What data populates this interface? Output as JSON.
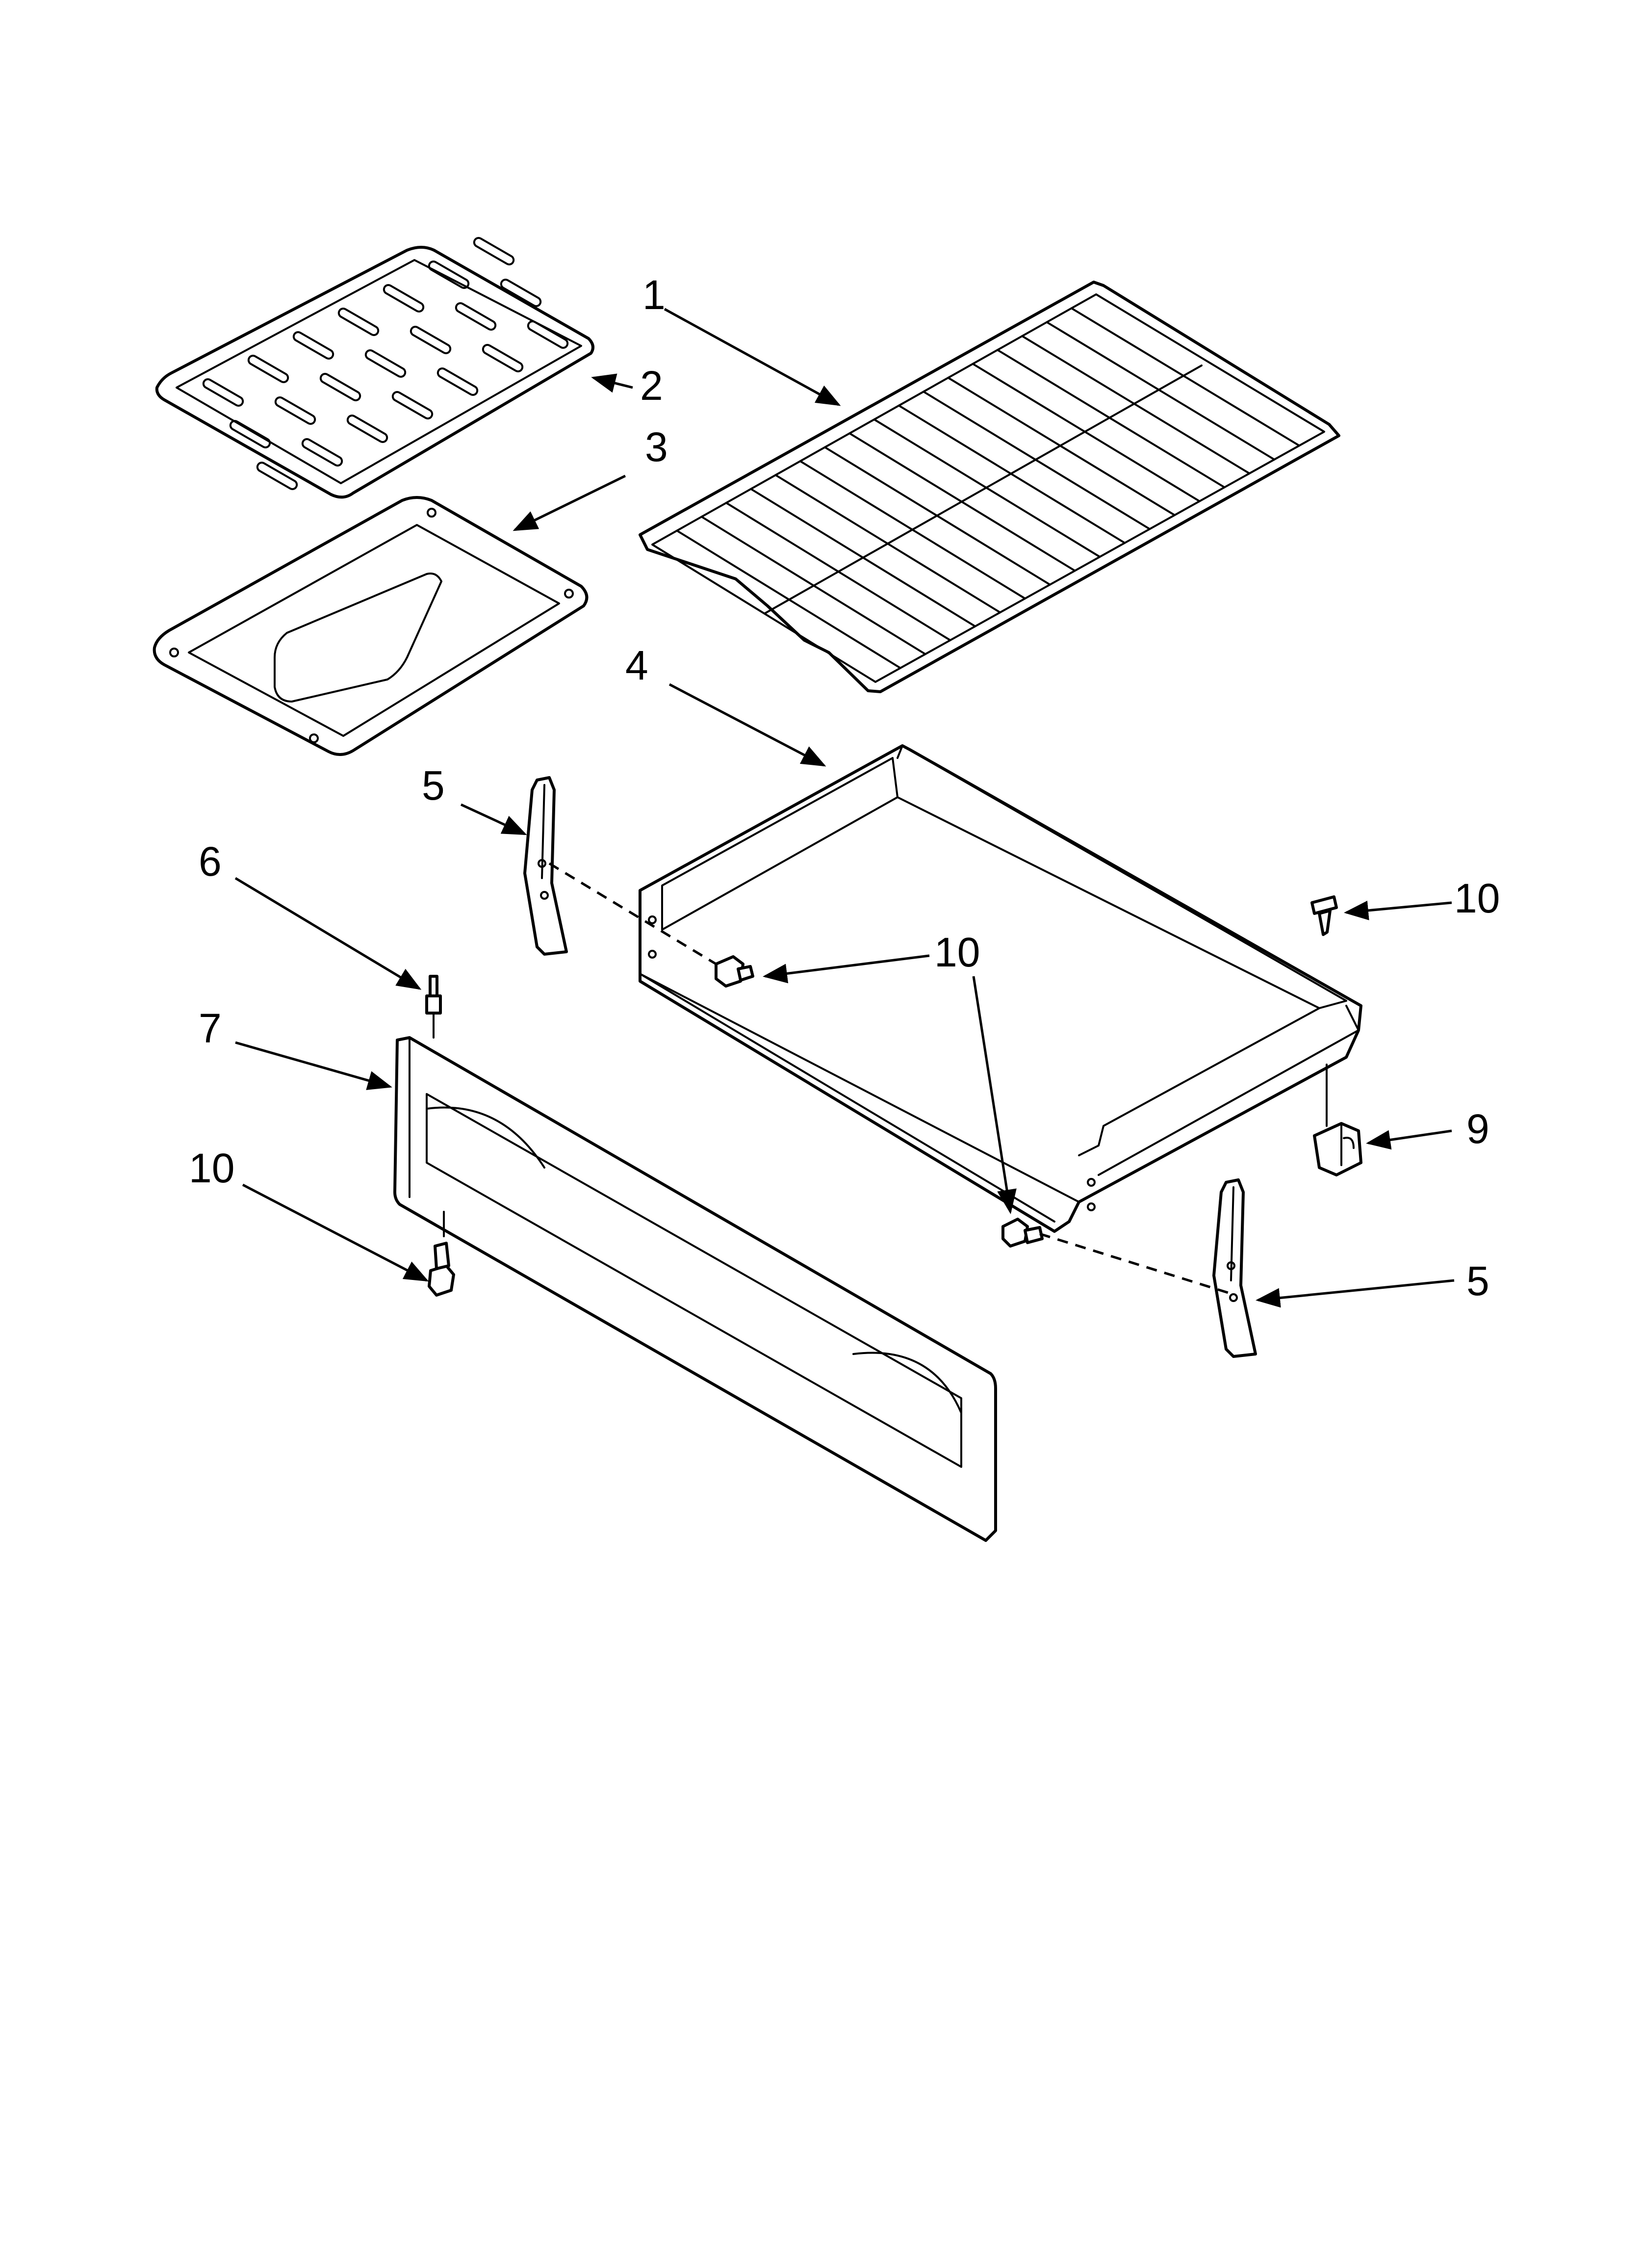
{
  "diagram": {
    "type": "exploded-parts-diagram",
    "background": "#ffffff",
    "ink": "#000000"
  },
  "callouts": [
    {
      "id": "c1",
      "text": "1"
    },
    {
      "id": "c2",
      "text": "2"
    },
    {
      "id": "c3",
      "text": "3"
    },
    {
      "id": "c4",
      "text": "4"
    },
    {
      "id": "c5a",
      "text": "5"
    },
    {
      "id": "c5b",
      "text": "5"
    },
    {
      "id": "c6",
      "text": "6"
    },
    {
      "id": "c7",
      "text": "7"
    },
    {
      "id": "c9",
      "text": "9"
    },
    {
      "id": "c10a",
      "text": "10"
    },
    {
      "id": "c10b",
      "text": "10"
    },
    {
      "id": "c10c",
      "text": "10"
    }
  ]
}
